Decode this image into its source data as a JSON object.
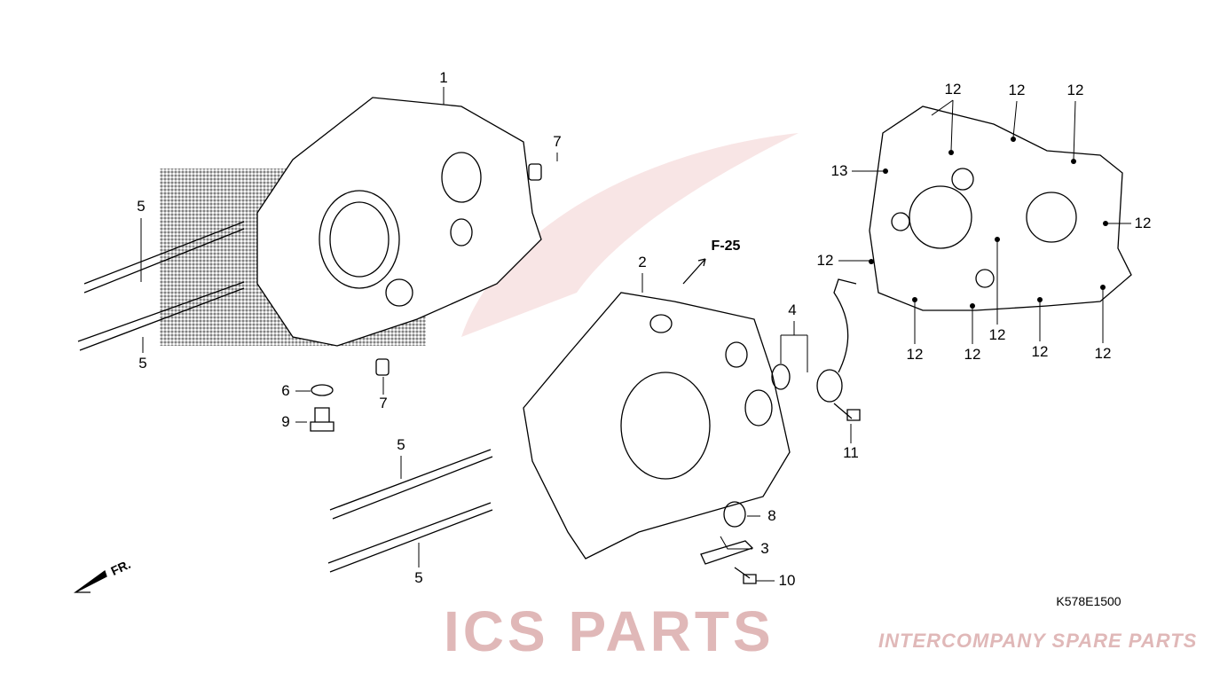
{
  "diagram_code": "K578E1500",
  "reference": "F-25",
  "direction": "FR.",
  "watermark": {
    "brand": "ICS PARTS",
    "tagline": "INTERCOMPANY SPARE PARTS"
  },
  "callouts": [
    {
      "id": "c1",
      "num": "1"
    },
    {
      "id": "c2",
      "num": "2"
    },
    {
      "id": "c3",
      "num": "3"
    },
    {
      "id": "c4",
      "num": "4"
    },
    {
      "id": "c5a",
      "num": "5"
    },
    {
      "id": "c5b",
      "num": "5"
    },
    {
      "id": "c5c",
      "num": "5"
    },
    {
      "id": "c5d",
      "num": "5"
    },
    {
      "id": "c6",
      "num": "6"
    },
    {
      "id": "c7a",
      "num": "7"
    },
    {
      "id": "c7b",
      "num": "7"
    },
    {
      "id": "c8",
      "num": "8"
    },
    {
      "id": "c9",
      "num": "9"
    },
    {
      "id": "c10",
      "num": "10"
    },
    {
      "id": "c11",
      "num": "11"
    },
    {
      "id": "c12a",
      "num": "12"
    },
    {
      "id": "c12b",
      "num": "12"
    },
    {
      "id": "c12c",
      "num": "12"
    },
    {
      "id": "c12d",
      "num": "12"
    },
    {
      "id": "c12e",
      "num": "12"
    },
    {
      "id": "c12f",
      "num": "12"
    },
    {
      "id": "c12g",
      "num": "12"
    },
    {
      "id": "c12h",
      "num": "12"
    },
    {
      "id": "c12i",
      "num": "12"
    },
    {
      "id": "c12j",
      "num": "12"
    },
    {
      "id": "c13",
      "num": "13"
    }
  ]
}
